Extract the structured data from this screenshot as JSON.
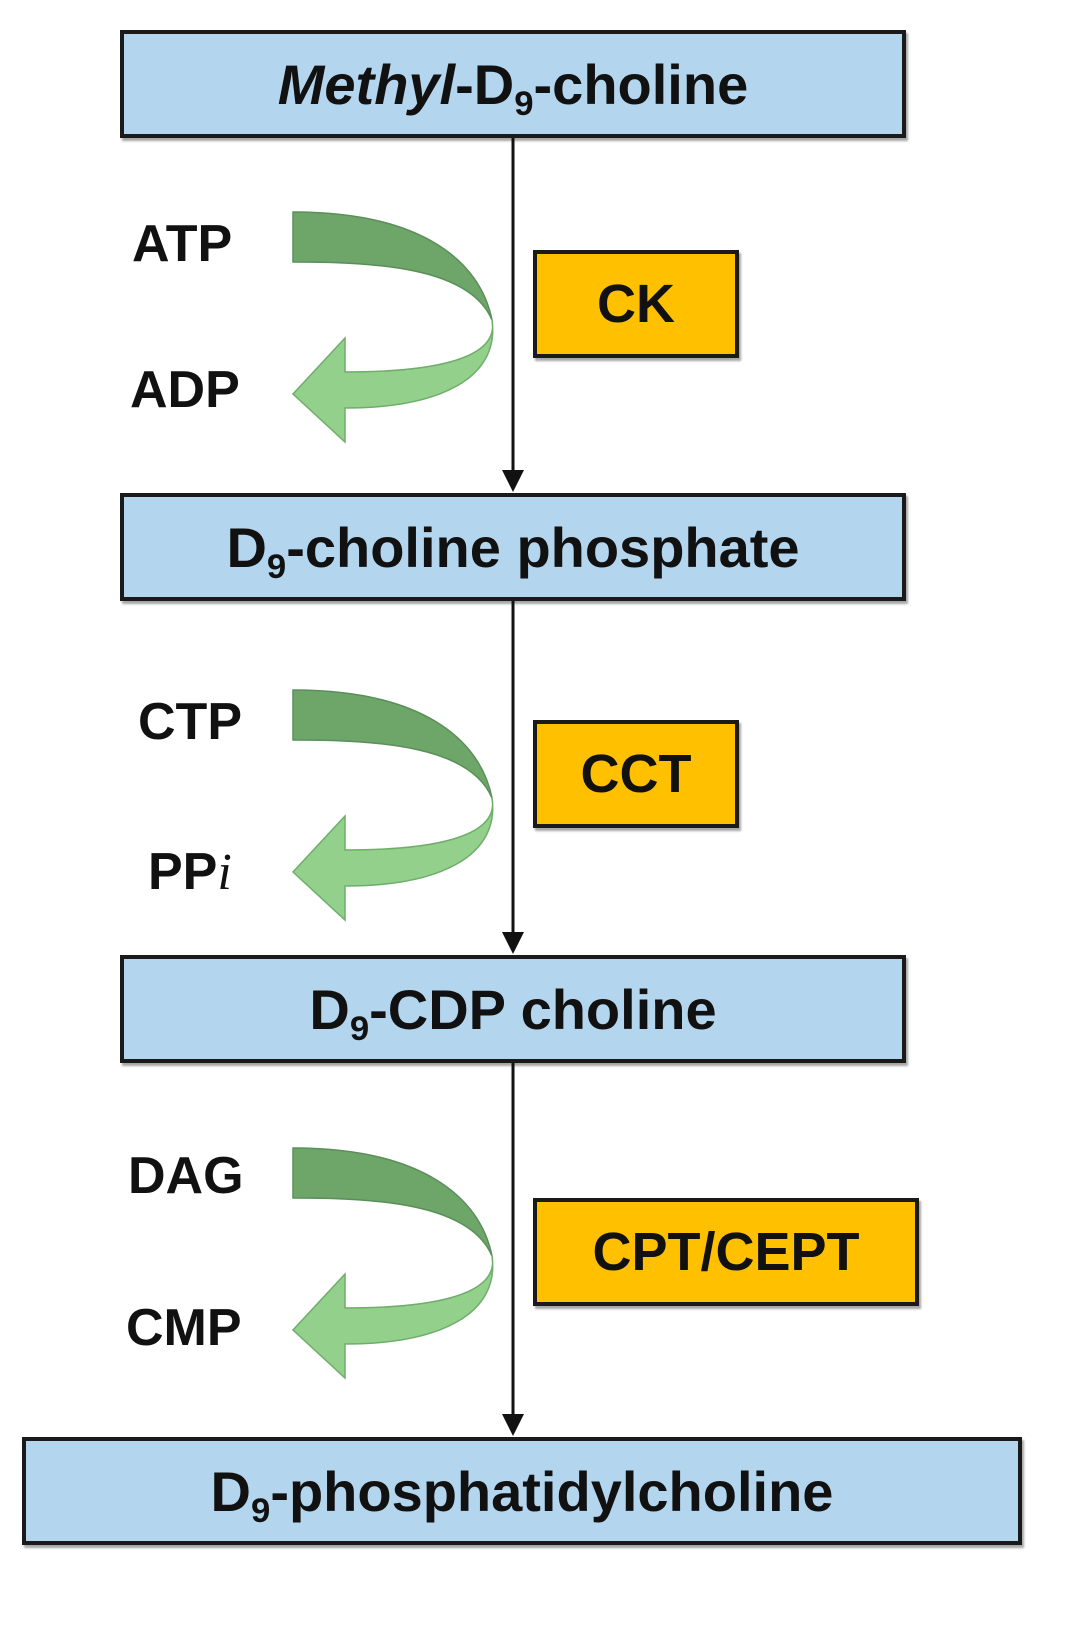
{
  "molecules": {
    "m1": {
      "prefix": "Methyl",
      "sep": "-D",
      "sub": "9",
      "rest": "-choline"
    },
    "m2": {
      "prefix": "D",
      "sub": "9",
      "rest": "-choline phosphate"
    },
    "m3": {
      "prefix": "D",
      "sub": "9",
      "rest": "-CDP choline"
    },
    "m4": {
      "prefix": "D",
      "sub": "9",
      "rest": "-phosphatidylcholine"
    }
  },
  "enzymes": {
    "e1": "CK",
    "e2": "CCT",
    "e3": "CPT/CEPT"
  },
  "cofactors": {
    "s1_in": "ATP",
    "s1_out": "ADP",
    "s2_in": "CTP",
    "s2_out_base": "PP",
    "s2_out_ital": "i",
    "s3_in": "DAG",
    "s3_out": "CMP"
  },
  "colors": {
    "molecule_fill": "#b4d5ee",
    "enzyme_fill": "#ffc000",
    "arrow_dark_green": "#6ea66a",
    "arrow_light_green": "#92d08c"
  }
}
